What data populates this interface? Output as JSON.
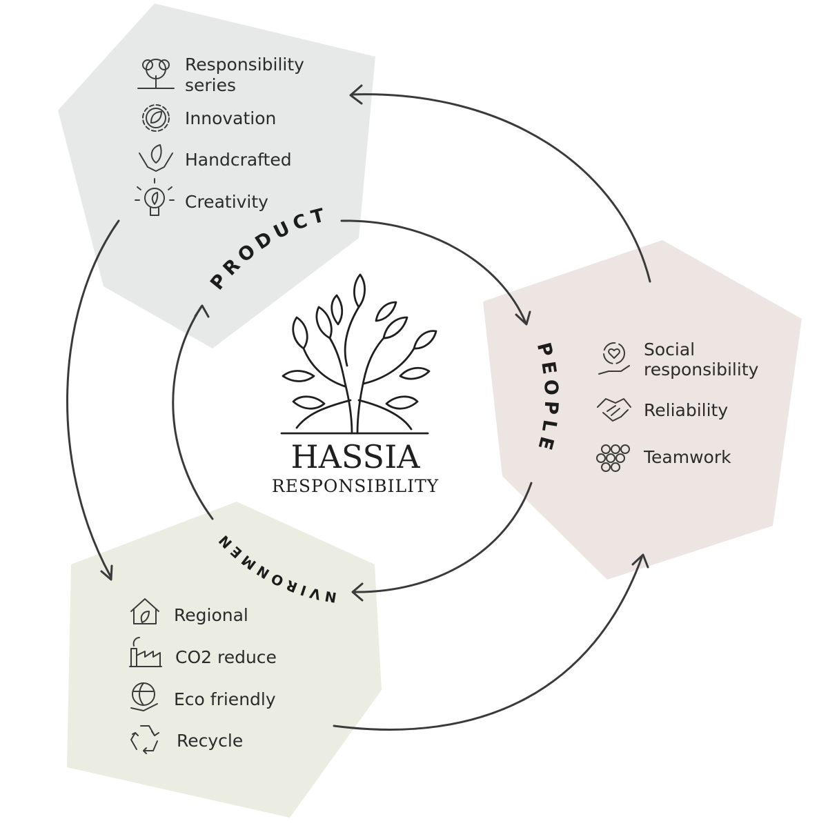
{
  "logo": {
    "title": "HASSIA",
    "subtitle": "RESPONSIBILITY",
    "icon": "tree-icon"
  },
  "colors": {
    "product_bg": "#e7e8e8",
    "people_bg": "#ece5e2",
    "environment_bg": "#ecede2",
    "arrow": "#3a3a3a"
  },
  "product": {
    "label": "PRODUCT",
    "items": [
      {
        "line1": "Responsibility",
        "line2": "series",
        "icon": "tree-icon"
      },
      {
        "line1": "Innovation",
        "icon": "gear-leaf-icon"
      },
      {
        "line1": "Handcrafted",
        "icon": "hands-leaf-icon"
      },
      {
        "line1": "Creativity",
        "icon": "lightbulb-leaf-icon"
      }
    ]
  },
  "people": {
    "label": "PEOPLE",
    "items": [
      {
        "line1": "Social",
        "line2": "responsibility",
        "icon": "hand-heart-icon"
      },
      {
        "line1": "Reliability",
        "icon": "handshake-icon"
      },
      {
        "line1": "Teamwork",
        "icon": "team-faces-icon"
      }
    ]
  },
  "environment": {
    "label": "ENVIRONMENT",
    "items": [
      {
        "line1": "Regional",
        "icon": "house-leaf-icon"
      },
      {
        "line1": "CO2 reduce",
        "icon": "factory-icon"
      },
      {
        "line1": "Eco friendly",
        "icon": "globe-hand-icon"
      },
      {
        "line1": "Recycle",
        "icon": "recycle-icon"
      }
    ]
  }
}
